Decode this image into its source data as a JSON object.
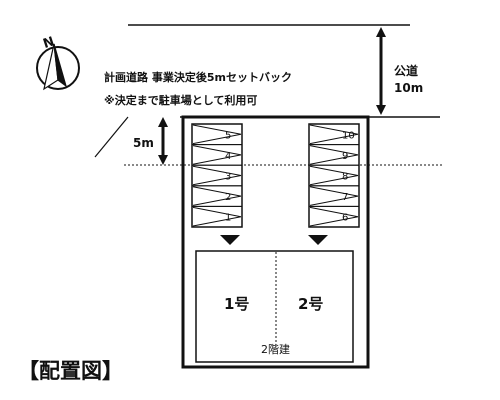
{
  "compass": {
    "north_label": "N",
    "icon": "compass-rose"
  },
  "road_note": {
    "line1": "計画道路 事業決定後5mセットバック",
    "line2": "※決定まで駐車場として利用可"
  },
  "public_road": {
    "label": "公道",
    "width": "10m"
  },
  "setback": {
    "distance": "5m"
  },
  "parking": {
    "left_column": [
      "5",
      "4",
      "3",
      "2",
      "1"
    ],
    "right_column": [
      "10",
      "9",
      "8",
      "7",
      "6"
    ]
  },
  "building": {
    "unit_left": "1号",
    "unit_right": "2号",
    "floors": "2階建"
  },
  "title": "【配置図】"
}
